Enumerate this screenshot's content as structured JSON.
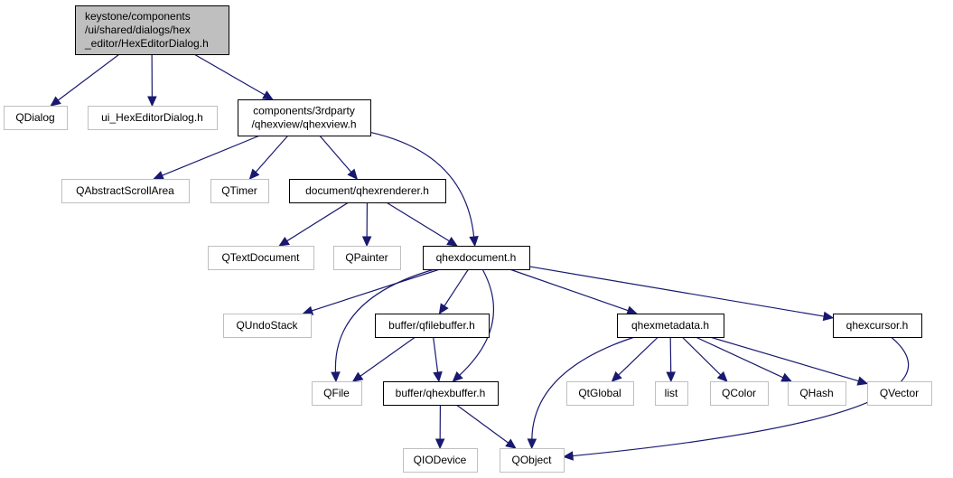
{
  "diagram": {
    "type": "include-dependency-graph",
    "colors": {
      "edge": "#191970",
      "root_fill": "#bfbfbf",
      "local_border": "#000000",
      "external_border": "#bfbfbf"
    },
    "nodes": [
      {
        "id": "root",
        "kind": "root",
        "lines": [
          "keystone/components",
          "/ui/shared/dialogs/hex",
          "_editor/HexEditorDialog.h"
        ]
      },
      {
        "id": "qdialog",
        "kind": "external",
        "lines": [
          "QDialog"
        ]
      },
      {
        "id": "ui_hex",
        "kind": "external",
        "lines": [
          "ui_HexEditorDialog.h"
        ]
      },
      {
        "id": "qhexview",
        "kind": "local",
        "lines": [
          "components/3rdparty",
          "/qhexview/qhexview.h"
        ]
      },
      {
        "id": "qabstractscrollarea",
        "kind": "external",
        "lines": [
          "QAbstractScrollArea"
        ]
      },
      {
        "id": "qtimer",
        "kind": "external",
        "lines": [
          "QTimer"
        ]
      },
      {
        "id": "qhexrenderer",
        "kind": "local",
        "lines": [
          "document/qhexrenderer.h"
        ]
      },
      {
        "id": "qtextdocument",
        "kind": "external",
        "lines": [
          "QTextDocument"
        ]
      },
      {
        "id": "qpainter",
        "kind": "external",
        "lines": [
          "QPainter"
        ]
      },
      {
        "id": "qhexdocument",
        "kind": "local",
        "lines": [
          "qhexdocument.h"
        ]
      },
      {
        "id": "qundostack",
        "kind": "external",
        "lines": [
          "QUndoStack"
        ]
      },
      {
        "id": "qfilebuffer",
        "kind": "local",
        "lines": [
          "buffer/qfilebuffer.h"
        ]
      },
      {
        "id": "qhexmetadata",
        "kind": "local",
        "lines": [
          "qhexmetadata.h"
        ]
      },
      {
        "id": "qhexcursor",
        "kind": "local",
        "lines": [
          "qhexcursor.h"
        ]
      },
      {
        "id": "qfile",
        "kind": "external",
        "lines": [
          "QFile"
        ]
      },
      {
        "id": "qhexbuffer",
        "kind": "local",
        "lines": [
          "buffer/qhexbuffer.h"
        ]
      },
      {
        "id": "qtglobal",
        "kind": "external",
        "lines": [
          "QtGlobal"
        ]
      },
      {
        "id": "list",
        "kind": "external",
        "lines": [
          "list"
        ]
      },
      {
        "id": "qcolor",
        "kind": "external",
        "lines": [
          "QColor"
        ]
      },
      {
        "id": "qhash",
        "kind": "external",
        "lines": [
          "QHash"
        ]
      },
      {
        "id": "qvector",
        "kind": "external",
        "lines": [
          "QVector"
        ]
      },
      {
        "id": "qiodevice",
        "kind": "external",
        "lines": [
          "QIODevice"
        ]
      },
      {
        "id": "qobject",
        "kind": "external",
        "lines": [
          "QObject"
        ]
      }
    ],
    "edges": [
      [
        "root",
        "qdialog"
      ],
      [
        "root",
        "ui_hex"
      ],
      [
        "root",
        "qhexview"
      ],
      [
        "qhexview",
        "qabstractscrollarea"
      ],
      [
        "qhexview",
        "qtimer"
      ],
      [
        "qhexview",
        "qhexrenderer"
      ],
      [
        "qhexview",
        "qhexdocument"
      ],
      [
        "qhexrenderer",
        "qtextdocument"
      ],
      [
        "qhexrenderer",
        "qpainter"
      ],
      [
        "qhexrenderer",
        "qhexdocument"
      ],
      [
        "qhexdocument",
        "qundostack"
      ],
      [
        "qhexdocument",
        "qfilebuffer"
      ],
      [
        "qhexdocument",
        "qhexmetadata"
      ],
      [
        "qhexdocument",
        "qhexcursor"
      ],
      [
        "qhexdocument",
        "qfile"
      ],
      [
        "qhexdocument",
        "qhexbuffer"
      ],
      [
        "qfilebuffer",
        "qfile"
      ],
      [
        "qfilebuffer",
        "qhexbuffer"
      ],
      [
        "qhexbuffer",
        "qiodevice"
      ],
      [
        "qhexbuffer",
        "qobject"
      ],
      [
        "qhexmetadata",
        "qtglobal"
      ],
      [
        "qhexmetadata",
        "list"
      ],
      [
        "qhexmetadata",
        "qcolor"
      ],
      [
        "qhexmetadata",
        "qhash"
      ],
      [
        "qhexmetadata",
        "qvector"
      ],
      [
        "qhexmetadata",
        "qobject"
      ],
      [
        "qhexcursor",
        "qobject"
      ]
    ]
  }
}
